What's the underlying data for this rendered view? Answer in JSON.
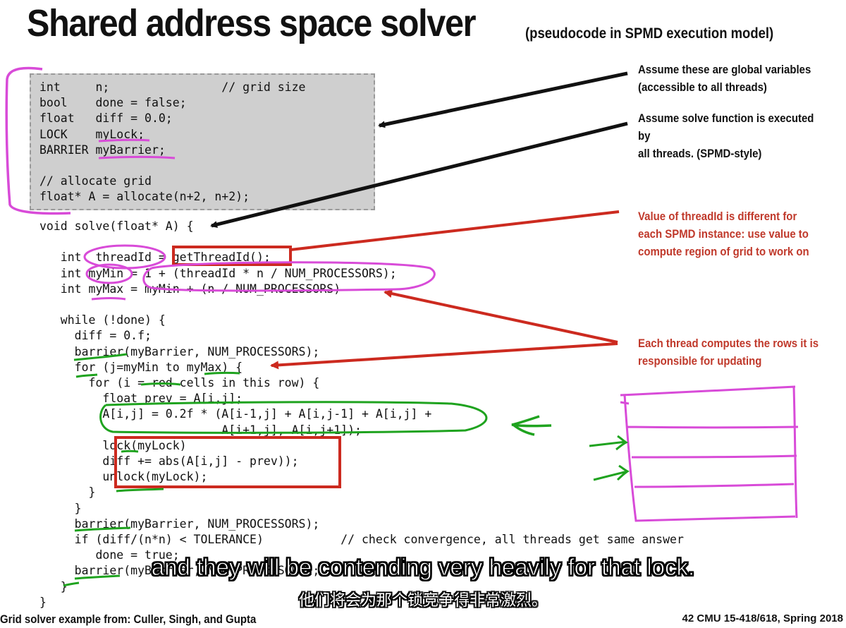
{
  "slide": {
    "title": "Shared address space solver",
    "subtitle": "(pseudocode in SPMD execution model)",
    "code_globals": [
      "int     n;                // grid size",
      "bool    done = false;",
      "float   diff = 0.0;",
      "LOCK    myLock;",
      "BARRIER myBarrier;",
      "",
      "// allocate grid",
      "float* A = allocate(n+2, n+2);"
    ],
    "code_solve": [
      "void solve(float* A) {",
      "",
      "   int  threadId = getThreadId();",
      "   int myMin = 1 + (threadId * n / NUM_PROCESSORS);",
      "   int myMax = myMin + (n / NUM_PROCESSORS)",
      "",
      "   while (!done) {",
      "     diff = 0.f;",
      "     barrier(myBarrier, NUM_PROCESSORS);",
      "     for (j=myMin to myMax) {",
      "       for (i = red cells in this row) {",
      "         float prev = A[i,j];",
      "         A[i,j] = 0.2f * (A[i-1,j] + A[i,j-1] + A[i,j] +",
      "                          A[i+1,j], A[i,j+1]);",
      "         lock(myLock)",
      "         diff += abs(A[i,j] - prev));",
      "         unlock(myLock);",
      "       }",
      "     }",
      "     barrier(myBarrier, NUM_PROCESSORS);",
      "     if (diff/(n*n) < TOLERANCE)           // check convergence, all threads get same answer",
      "        done = true;",
      "     barrier(myBarrier, NUM_PROCESSORS);",
      "   }",
      "}"
    ],
    "notes": {
      "globals": "Assume these are global variables\n(accessible to all threads)",
      "solve": "Assume solve function is executed by\nall threads. (SPMD-style)",
      "threadid": "Value of threadId is different for\neach SPMD instance: use value to\ncompute region of grid to work on",
      "rows": "Each thread computes the rows it is\nresponsible for updating"
    },
    "footer_left": "Grid solver example from: Culler, Singh, and Gupta",
    "footer_right": "42 CMU 15-418/618, Spring 2018"
  },
  "captions": {
    "english": "and they will be contending very heavily for that lock.",
    "chinese": "他们将会为那个锁竞争得非常激烈。"
  },
  "colors": {
    "note_red": "#c0392b",
    "arrow_red": "#cc2a1f",
    "ink_magenta": "#d84bd8",
    "ink_green": "#1fa31f",
    "code_box": "#cfcfcf"
  }
}
